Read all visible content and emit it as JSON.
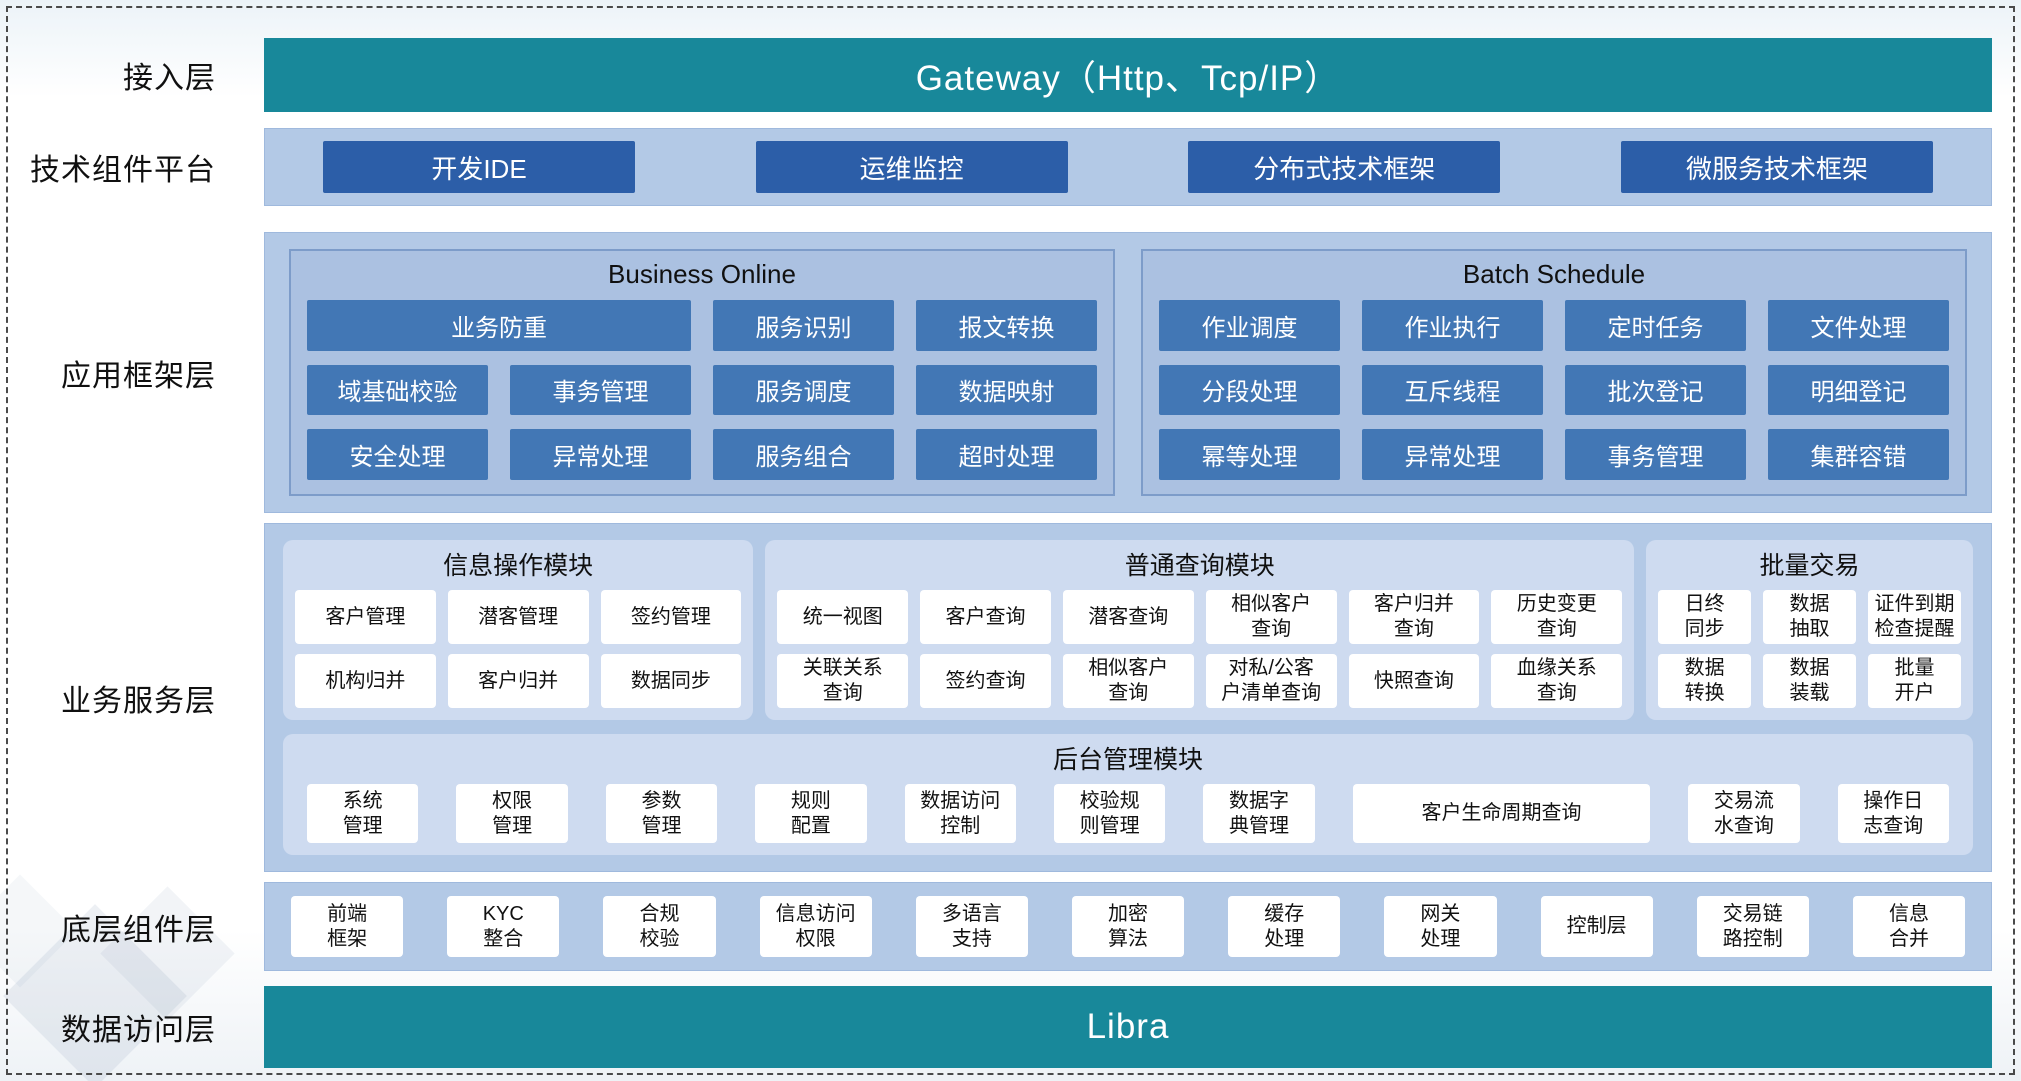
{
  "colors": {
    "teal_bar": "#18889a",
    "container_blue": "#b3c9e6",
    "dark_button_blue": "#2c5ea8",
    "medium_button_blue": "#4277b5",
    "module_box_blue": "#cedbf0",
    "cell_white": "#ffffff"
  },
  "access": {
    "label": "接入层",
    "gateway": "Gateway（Http、Tcp/IP）"
  },
  "tech": {
    "label": "技术组件平台",
    "buttons": [
      "开发IDE",
      "运维监控",
      "分布式技术框架",
      "微服务技术框架"
    ]
  },
  "framework": {
    "label": "应用框架层",
    "panels": [
      {
        "title": "Business Online",
        "buttons": [
          "业务防重",
          "服务识别",
          "报文转换",
          "域基础校验",
          "事务管理",
          "服务调度",
          "数据映射",
          "安全处理",
          "异常处理",
          "服务组合",
          "超时处理"
        ]
      },
      {
        "title": "Batch Schedule",
        "buttons": [
          "作业调度",
          "作业执行",
          "定时任务",
          "文件处理",
          "分段处理",
          "互斥线程",
          "批次登记",
          "明细登记",
          "幂等处理",
          "异常处理",
          "事务管理",
          "集群容错"
        ]
      }
    ]
  },
  "service": {
    "label": "业务服务层",
    "modules": [
      {
        "title": "信息操作模块",
        "cells": [
          "客户管理",
          "潜客管理",
          "签约管理",
          "机构归并",
          "客户归并",
          "数据同步"
        ]
      },
      {
        "title": "普通查询模块",
        "cells": [
          "统一视图",
          "客户查询",
          "潜客查询",
          "相似客户\n查询",
          "客户归并\n查询",
          "历史变更\n查询",
          "关联关系\n查询",
          "签约查询",
          "相似客户\n查询",
          "对私/公客\n户清单查询",
          "快照查询",
          "血缘关系\n查询"
        ]
      },
      {
        "title": "批量交易",
        "cells": [
          "日终\n同步",
          "数据\n抽取",
          "证件到期\n检查提醒",
          "数据\n转换",
          "数据\n装载",
          "批量\n开户"
        ]
      }
    ],
    "admin": {
      "title": "后台管理模块",
      "cells": [
        "系统\n管理",
        "权限\n管理",
        "参数\n管理",
        "规则\n配置",
        "数据访问\n控制",
        "校验规\n则管理",
        "数据字\n典管理",
        "客户生命周期查询",
        "交易流\n水查询",
        "操作日\n志查询"
      ]
    }
  },
  "base": {
    "label": "底层组件层",
    "cells": [
      "前端\n框架",
      "KYC\n整合",
      "合规\n校验",
      "信息访问\n权限",
      "多语言\n支持",
      "加密\n算法",
      "缓存\n处理",
      "网关\n处理",
      "控制层",
      "交易链\n路控制",
      "信息\n合并"
    ]
  },
  "data_access": {
    "label": "数据访问层",
    "libra": "Libra"
  }
}
